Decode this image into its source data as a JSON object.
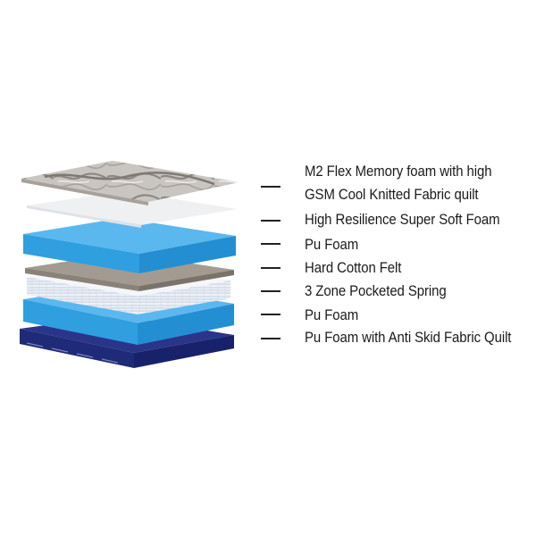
{
  "diagram": {
    "title": "",
    "colors": {
      "quilt": "#b8b3ae",
      "cool_fabric": "#eef0f2",
      "blue_foam_front": "#2f9fe0",
      "blue_foam_top": "#5ab8ee",
      "felt": "#a39b92",
      "spring": "#e7ecf4",
      "navy_base": "#1f2a78"
    },
    "layers": [
      {
        "id": "memory-foam",
        "label_lines": [
          "M2 Flex Memory foam with high",
          "GSM Cool Knitted Fabric quilt"
        ]
      },
      {
        "id": "hr-foam",
        "label_lines": [
          "High Resilience Super Soft Foam"
        ]
      },
      {
        "id": "pu-foam-top",
        "label_lines": [
          "Pu Foam"
        ]
      },
      {
        "id": "cotton-felt",
        "label_lines": [
          "Hard Cotton Felt"
        ]
      },
      {
        "id": "pocket-spring",
        "label_lines": [
          "3 Zone Pocketed Spring"
        ]
      },
      {
        "id": "pu-foam-bottom",
        "label_lines": [
          "Pu Foam"
        ]
      },
      {
        "id": "anti-skid",
        "label_lines": [
          "Pu Foam with Anti Skid Fabric Quilt"
        ]
      }
    ]
  }
}
